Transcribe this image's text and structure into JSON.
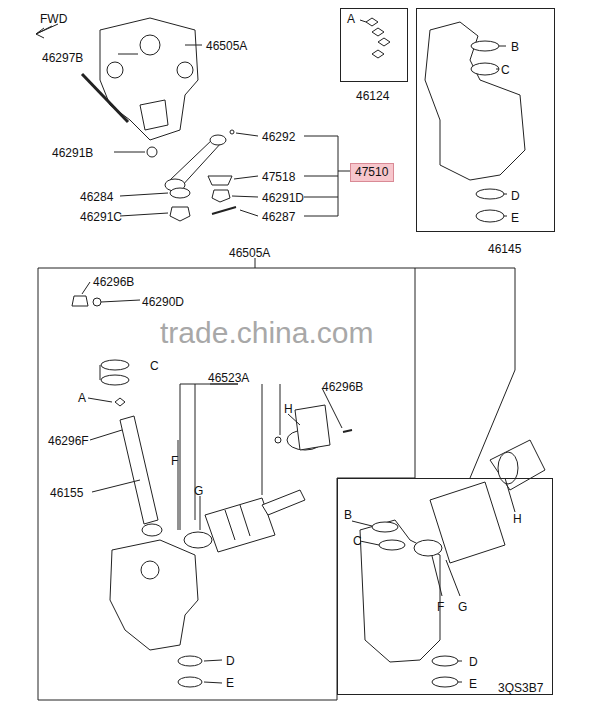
{
  "diagram": {
    "nodes": [
      {
        "text": [
          "A",
          "46124"
        ]
      },
      {
        "text": [
          "B",
          "C",
          "D",
          "E",
          "46145"
        ]
      },
      {
        "text": [
          "47510"
        ]
      },
      {
        "text": [
          "46505A",
          "46296B",
          "46290D",
          "C",
          "46523A",
          "46296B",
          "H",
          "A",
          "46296F",
          "F",
          "G",
          "46155",
          "D",
          "E"
        ]
      },
      {
        "text": [
          "B",
          "C",
          "H",
          "F",
          "G",
          "D",
          "E"
        ]
      }
    ],
    "edges": [],
    "labels": [
      "FWD",
      "46297B",
      "46505A",
      "46291B",
      "46292",
      "47518",
      "46284",
      "46291D",
      "46291C",
      "46287",
      "trade.china.com",
      "3QS3B7"
    ]
  }
}
